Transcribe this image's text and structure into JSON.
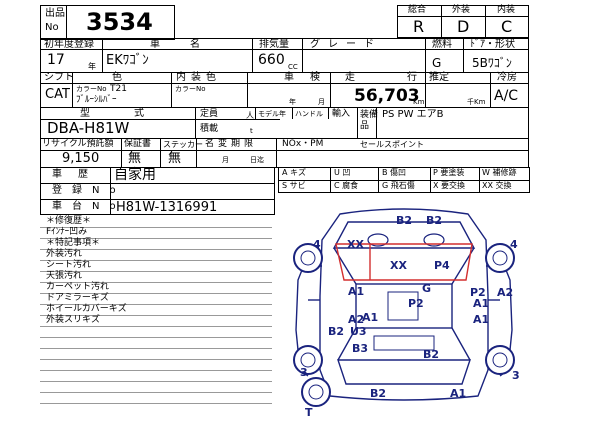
{
  "header": {
    "lot_label_top": "出品",
    "lot_label_bottom": "No",
    "lot_number": "3534",
    "grade_labels": [
      "総合",
      "外装",
      "内装"
    ],
    "grade_values": [
      "R",
      "D",
      "C"
    ]
  },
  "row1": {
    "labels": [
      "初年度登録",
      "車名",
      "排気量",
      "グレード",
      "燃料",
      "ﾄﾞｱ・形状"
    ],
    "year": "17",
    "year_suffix": "年",
    "model": "EKﾜｺﾞﾝ",
    "cc": "660",
    "cc_unit": "CC",
    "fuel": "G",
    "body": "5Bﾜｺﾞﾝ"
  },
  "row2": {
    "labels": [
      "シフト",
      "色",
      "内装色",
      "車検",
      "走行",
      "推定",
      "冷房"
    ],
    "shift": "CAT",
    "color_no_label": "カラーNo",
    "color_no": "T21",
    "color_name": "ﾌﾞﾙｰｼﾙﾊﾞｰ",
    "interior_no_label": "カラーNo",
    "inspection_year": "年",
    "inspection_month": "月",
    "mileage": "56,703",
    "mileage_unit": "Km",
    "estimate_unit": "千Km",
    "ac": "A/C"
  },
  "row3": {
    "labels": [
      "型式",
      "定員",
      "人",
      "モデル年",
      "ハンドル",
      "輸入",
      "装備品"
    ],
    "model_code": "DBA-H81W",
    "capacity_unit": "t",
    "load_label": "積載",
    "equipment": "PS PW エアB"
  },
  "row4": {
    "labels": [
      "リサイクル預託額",
      "保証書",
      "ステッカー",
      "名変期限",
      "NOx・PM"
    ],
    "recycle": "9,150",
    "warranty": "無",
    "sticker": "無",
    "month": "月",
    "day": "日迄",
    "sales_point_label": "セールスポイント"
  },
  "history": {
    "label": "車歴",
    "value": "自家用",
    "reg_label": "登録No",
    "vin_label": "車台No",
    "vin": "H81W-1316991"
  },
  "legend": {
    "rows": [
      [
        "A キズ",
        "U 凹",
        "B 傷凹",
        "P 要塗装",
        "W 補修跡"
      ],
      [
        "S サビ",
        "C 腐食",
        "G 飛石傷",
        "X 要交換",
        "XX 交換"
      ]
    ]
  },
  "notes": {
    "lines": [
      "＊修復歴＊",
      "Fｲﾝﾅｰ凹み",
      "＊特記事項＊",
      "外装汚れ",
      "シート汚れ",
      "天張汚れ",
      "カーペット汚れ",
      "ドアミラーキズ",
      "ホイールカバーキズ",
      "外装スリキズ"
    ]
  },
  "diagram": {
    "marks": [
      "B2",
      "B2",
      "4",
      "XX",
      "4",
      "XX",
      "P4",
      "A1",
      "G",
      "P2",
      "A2",
      "P2",
      "A1",
      "A2",
      "A1",
      "B2",
      "U3",
      "A1",
      "B3",
      "B2",
      "3",
      "3",
      "T",
      "B2",
      "A1"
    ]
  },
  "colors": {
    "diagram_line": "#1a237e",
    "damage_outline": "#d32f2f",
    "rule_line": "#999999"
  }
}
